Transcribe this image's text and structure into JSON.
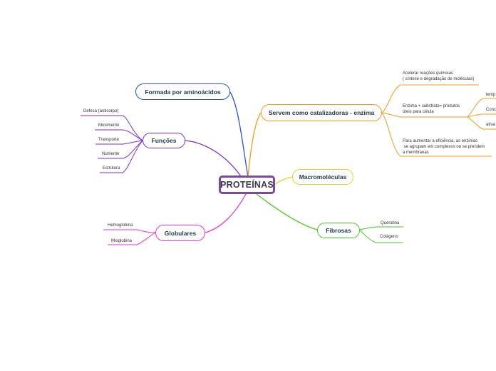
{
  "central": {
    "label": "PROTEÍNAS",
    "color": "#7b4a9e"
  },
  "branches": {
    "formada": {
      "label": "Formada por aminoácidos",
      "color": "#2b53d8"
    },
    "servem": {
      "label": "Servem como catalizadoras - enzima",
      "color": "#f39c1b"
    },
    "funcoes": {
      "label": "Funções",
      "color": "#7a2fd6"
    },
    "macro": {
      "label": "Macromoléculas",
      "color": "#d8d82c"
    },
    "globulares": {
      "label": "Globulares",
      "color": "#e23ad6"
    },
    "fibrosas": {
      "label": "Fibrosas",
      "color": "#44cc22"
    }
  },
  "funcoes_items": [
    "Defesa (anticorpo)",
    "Movimento",
    "Transporte",
    "Nutriente",
    "Estrutura"
  ],
  "globulares_items": [
    "Hemoglobina",
    "Mioglobina"
  ],
  "fibrosas_items": [
    "Queratina",
    "Colágeno"
  ],
  "servem_items": {
    "acelerar": [
      "Acelerar reações químicas",
      "( síntese e degradação de moléculas)"
    ],
    "enzima": [
      "Enzima + substrato= produtos",
      "úteis para célula"
    ],
    "aumentar": [
      "Para aumentar a eficiência, as enzimas",
      " se agrupam em complexos ou se prendem",
      "a membranas"
    ],
    "right_items": [
      "temp",
      "Conc",
      "ativa"
    ]
  }
}
